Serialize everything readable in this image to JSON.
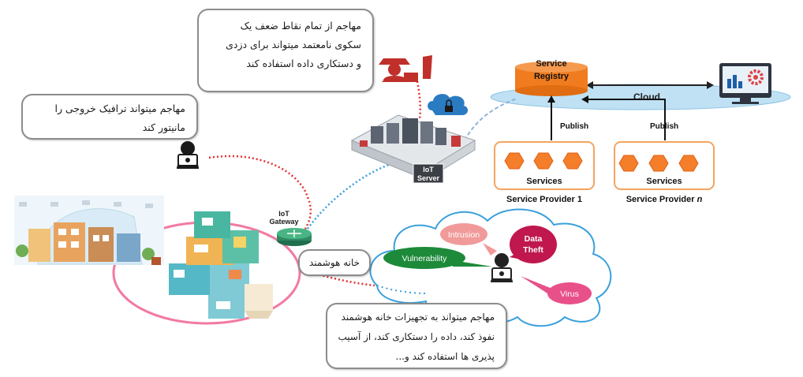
{
  "callouts": {
    "top": [
      "مهاجم از تمام نقاط ضعف یک",
      "سکوی نامعتمد میتواند برای دزدی",
      "و دستکاری داده استفاده کند"
    ],
    "left": [
      "مهاجم میتواند ترافیک  خروجی را",
      "مانیتور کند"
    ],
    "home": "خانه هوشمند",
    "bottom": [
      "مهاجم میتواند به تجهیزات خانه هوشمند",
      "نفوذ کند، داده را دستکاری کند، از آسیب",
      "پذیری ها استفاده کند و..."
    ]
  },
  "labels": {
    "service_registry": [
      "Service",
      "Registry"
    ],
    "cloud": "Cloud",
    "publish": "Publish",
    "services": "Services",
    "provider_1": "Service Provider 1",
    "provider_n_prefix": "Service Provider ",
    "provider_n_suffix": "n",
    "iot_server": [
      "IoT",
      "Server"
    ],
    "iot_gateway": [
      "IoT",
      "Gateway"
    ]
  },
  "threats": {
    "intrusion": "Intrusion",
    "data_theft": [
      "Data",
      "Theft"
    ],
    "vulnerability": "Vulnerability",
    "virus": "Virus"
  },
  "colors": {
    "registry": "#f07c1f",
    "cloud": "#b7dcf0",
    "hexagon": "#f47e2a",
    "provider_border": "#f4a460",
    "attack_path": "#e53030",
    "secure_path": "#3aa0db",
    "threat_cloud": "#3aa0db",
    "home_ring": "#f27aa0",
    "vulnerability": "#1d8a3a",
    "intrusion": "#f19a9a",
    "data_theft": "#c0174e",
    "virus": "#e8508a"
  }
}
